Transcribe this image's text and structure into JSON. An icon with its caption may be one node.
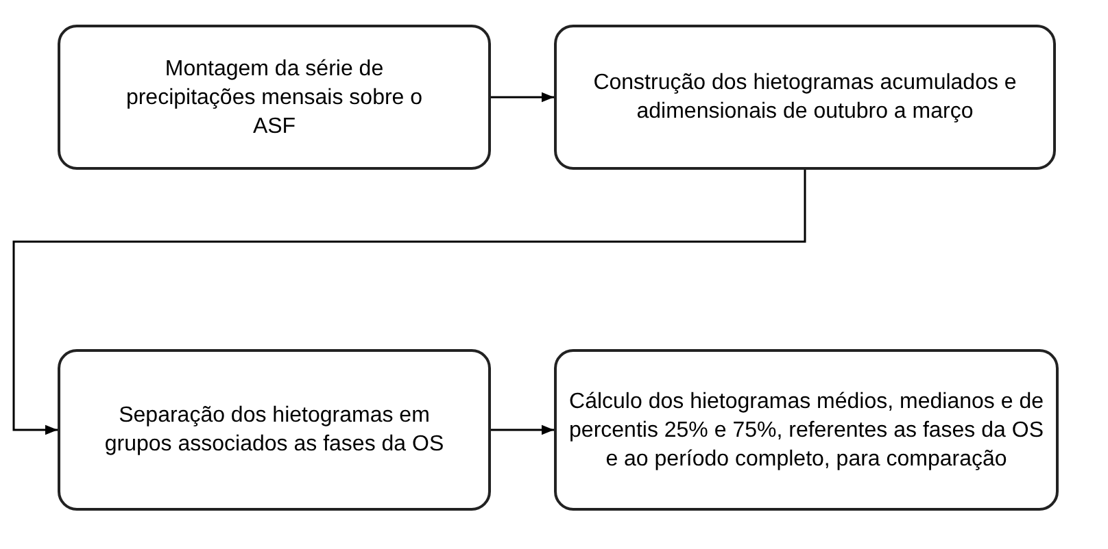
{
  "diagram": {
    "nodes": [
      {
        "text": [
          "Montagem da série de precipitações mensais sobre o ASF"
        ]
      },
      {
        "text": [
          "Construção dos hietogramas acumulados e adimensionais de outubro a março"
        ]
      },
      {
        "text": [
          "Separação dos hietogramas em grupos associados as fases da OS"
        ]
      },
      {
        "text": [
          "Cálculo dos hietogramas médios, medianos e de percentis 25% e 75%, referentes as fases da OS e ao período completo, para comparação"
        ]
      }
    ],
    "edges": [
      {
        "from": 0,
        "to": 1,
        "arrow": "to"
      },
      {
        "from": 1,
        "to": 2,
        "arrow": "to"
      },
      {
        "from": 2,
        "to": 3,
        "arrow": "to"
      }
    ]
  }
}
